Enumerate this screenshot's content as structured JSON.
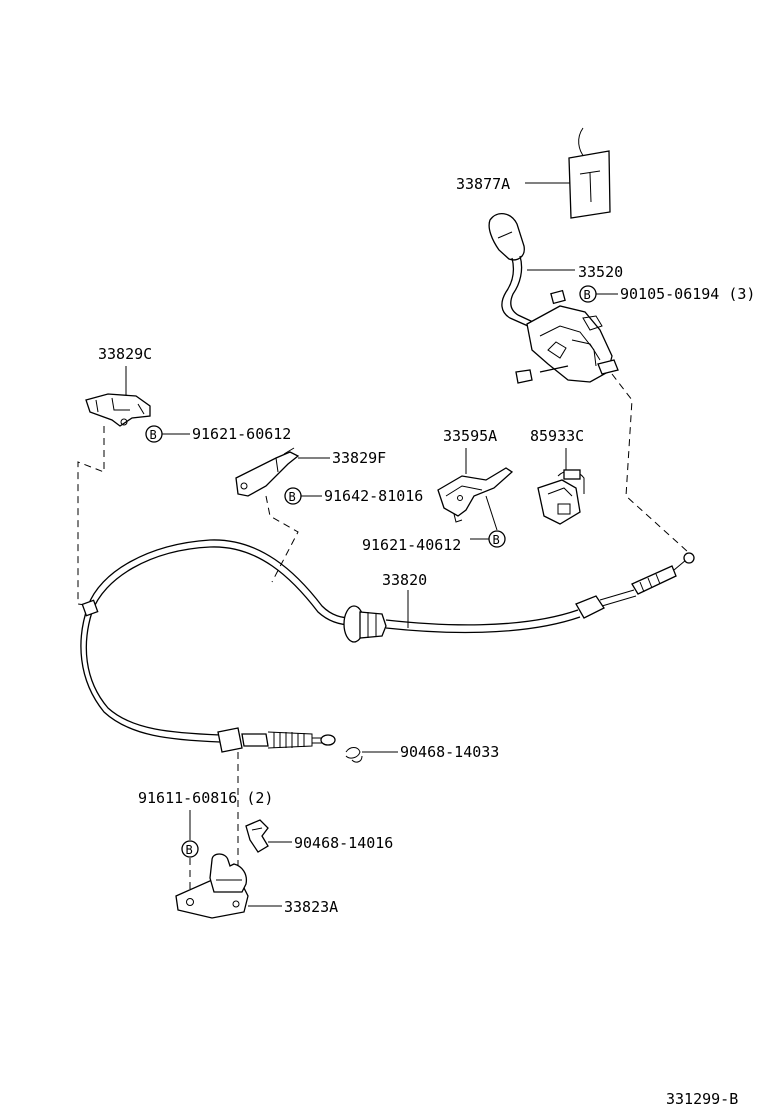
{
  "diagram": {
    "figure_code": "331299-B",
    "bolt_symbol": "B",
    "callouts": {
      "tag": "33877A",
      "shift_lever": "33520",
      "bolt_lever": "90105-06194 (3)",
      "retainer_left": "33829C",
      "bolt_left": "91621-60612",
      "clamp_mid": "33829F",
      "bolt_mid": "91642-81016",
      "bracket_mid": "33595A",
      "connector": "85933C",
      "bolt_bracket": "91621-40612",
      "cable": "33820",
      "clip_end": "90468-14033",
      "bolt_lower": "91611-60816 (2)",
      "clip_lower": "90468-14016",
      "bracket_lower": "33823A"
    }
  }
}
